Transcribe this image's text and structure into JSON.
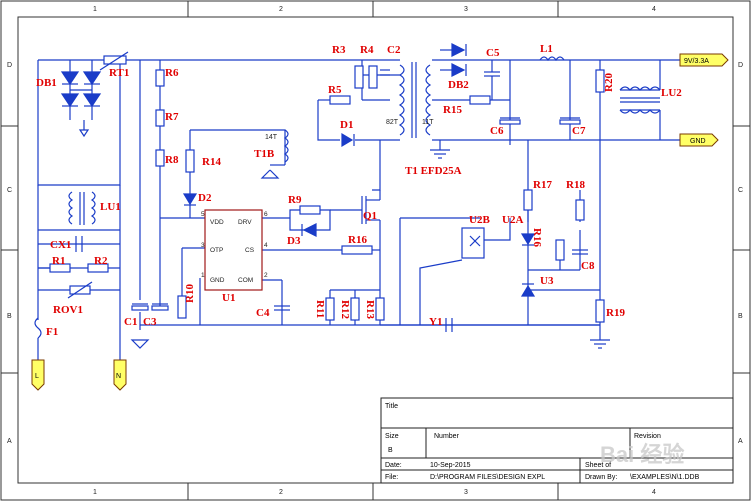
{
  "border": {
    "cols": [
      "1",
      "2",
      "3",
      "4"
    ],
    "rows": [
      "D",
      "C",
      "B",
      "A"
    ]
  },
  "refs": {
    "DB1": "DB1",
    "RT1": "RT1",
    "R6": "R6",
    "R7": "R7",
    "R8": "R8",
    "R3": "R3",
    "R4": "R4",
    "C2": "C2",
    "C5": "C5",
    "L1": "L1",
    "R20": "R20",
    "DB2": "DB2",
    "R5": "R5",
    "R15": "R15",
    "LU2": "LU2",
    "D1": "D1",
    "C6": "C6",
    "C7": "C7",
    "R14": "R14",
    "T1B": "T1B",
    "T1": "T1 EFD25A",
    "D2": "D2",
    "LU1": "LU1",
    "R9": "R9",
    "Q1": "Q1",
    "D3": "D3",
    "R16a": "R16",
    "U2B": "U2B",
    "U2A": "U2A",
    "R16b": "R16",
    "R17": "R17",
    "R18": "R18",
    "C8": "C8",
    "U3": "U3",
    "CX1": "CX1",
    "R1": "R1",
    "R2": "R2",
    "R10": "R10",
    "U1": "U1",
    "ROV1": "ROV1",
    "C1": "C1",
    "C3": "C3",
    "C4": "C4",
    "R11": "R11",
    "R12": "R12",
    "R13": "R13",
    "Y1": "Y1",
    "R19": "R19",
    "F1": "F1"
  },
  "small_text": {
    "t14": "14T",
    "t82": "82T",
    "t11": "11T"
  },
  "ic_pins": {
    "vdd": "VDD",
    "drv": "DRV",
    "otp": "OTP",
    "cs": "CS",
    "gnd": "GND",
    "com": "COM",
    "p5": "5",
    "p6": "6",
    "p3": "3",
    "p4": "4",
    "p1": "1",
    "p2": "2"
  },
  "outputs": {
    "vout": "9V/3.3A",
    "gnd": "GND"
  },
  "inputs": {
    "l": "L",
    "n": "N"
  },
  "title_block": {
    "title_label": "Title",
    "size_label": "Size",
    "size_value": "B",
    "number_label": "Number",
    "revision_label": "Revision",
    "date_label": "Date:",
    "date_value": "10-Sep-2015",
    "sheet_label": "Sheet    of",
    "file_label": "File:",
    "file_value": "D:\\PROGRAM FILES\\DESIGN EXPL",
    "file_tail": "\\EXAMPLES\\N\\1.DDB",
    "drawn_label": "Drawn By:"
  },
  "watermark": "Bai 经验"
}
